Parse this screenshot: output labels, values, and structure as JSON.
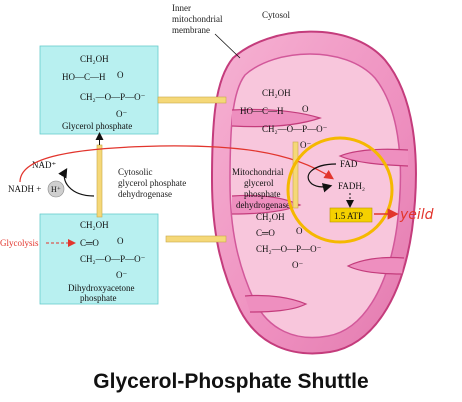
{
  "labels": {
    "inner_membrane": [
      "Inner",
      "mitochondrial",
      "membrane"
    ],
    "cytosol": "Cytosol",
    "glycerol_phosphate": "Glycerol phosphate",
    "dhap": [
      "Dihydroxyacetone",
      "phosphate"
    ],
    "cytosolic_enzyme": [
      "Cytosolic",
      "glycerol phosphate",
      "dehydrogenase"
    ],
    "mito_enzyme": [
      "Mitochondrial",
      "glycerol",
      "phosphate",
      "dehydrogenase"
    ],
    "nad_plus": "NAD⁺",
    "nadh": "NADH +",
    "h_plus": "H⁺",
    "fad": "FAD",
    "fadh2": "FADH₂",
    "atp": "1.5 ATP",
    "glycolysis": "Glycolysis",
    "handwritten_note": "yeild",
    "title": "Glycerol-Phosphate Shuttle"
  },
  "structures": {
    "top_ch2oh": "CH₂OH",
    "top_hoc": "HO—C—H",
    "top_ch2o": "CH₂—O—P—O⁻",
    "top_o": "O",
    "top_ominus": "O⁻",
    "dhap_ch2oh": "CH₂OH",
    "dhap_co": "C═O",
    "dhap_ch2o": "CH₂—O—P—O⁻",
    "dhap_o": "O",
    "dhap_ominus": "O⁻"
  },
  "colors": {
    "box_fill": "#b8f0f0",
    "mito_pink": "#f0a0c8",
    "mito_outline": "#c43c7c",
    "highlight_circle": "#f5b800",
    "arrow_red": "#e2352d",
    "atp_box": "#f5d000",
    "shuttle_bar": "#f5d878"
  }
}
